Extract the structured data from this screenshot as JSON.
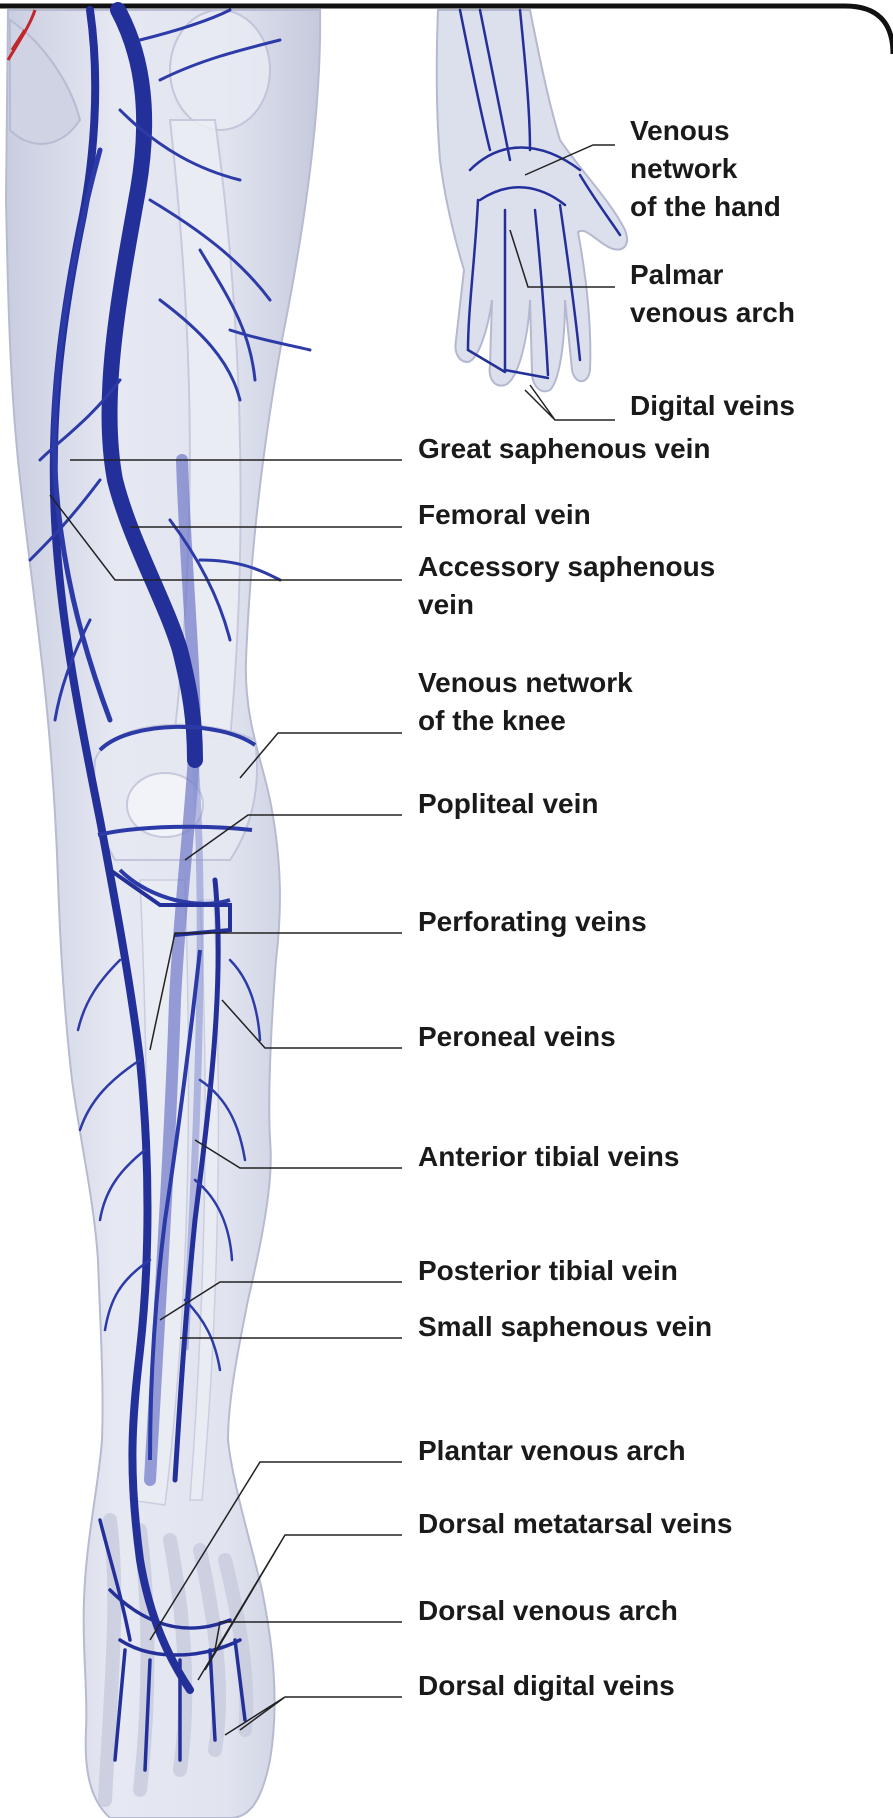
{
  "diagram": {
    "labels": {
      "venous_network_hand": [
        "Venous",
        "network",
        "of the hand"
      ],
      "palmar_venous_arch": [
        "Palmar",
        "venous arch"
      ],
      "digital_veins": "Digital veins",
      "great_saphenous": "Great saphenous vein",
      "femoral": "Femoral vein",
      "accessory_saphenous": [
        "Accessory saphenous",
        "vein"
      ],
      "venous_network_knee": [
        "Venous network",
        "of the knee"
      ],
      "popliteal": "Popliteal vein",
      "perforating": "Perforating veins",
      "peroneal": "Peroneal veins",
      "anterior_tibial": "Anterior tibial veins",
      "posterior_tibial": "Posterior tibial vein",
      "small_saphenous": "Small saphenous vein",
      "plantar_venous_arch": "Plantar venous arch",
      "dorsal_metatarsal": "Dorsal metatarsal veins",
      "dorsal_venous_arch": "Dorsal venous arch",
      "dorsal_digital": "Dorsal digital veins"
    },
    "colors": {
      "vein": "#24309a",
      "vein_light": "#6f78c8",
      "artery": "#c0282c",
      "skin_fill": "#dde0ec",
      "bone_fill": "#eceef5",
      "leader_line": "#222222",
      "label_text": "#1a1a1a"
    }
  }
}
